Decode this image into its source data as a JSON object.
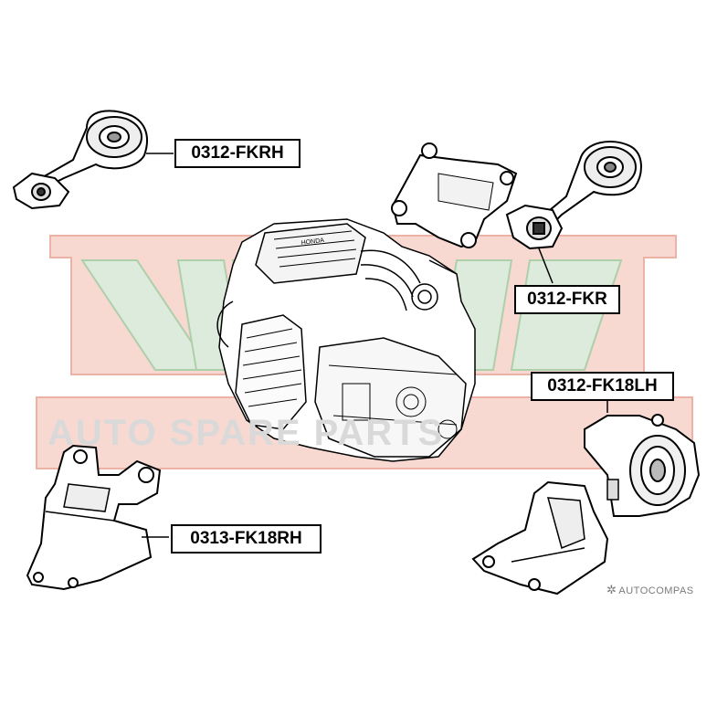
{
  "watermark": {
    "brand": "ASVA",
    "tagline": "AUTO SPARE PARTS",
    "colors": {
      "band": "#f4c6bd",
      "letters": "#c5ddc5",
      "text": "#d9d9d9"
    }
  },
  "callouts": {
    "fkrh": "0312-FKRH",
    "fkr": "0312-FKR",
    "fk18lh": "0312-FK18LH",
    "fk18rh": "0313-FK18RH"
  },
  "credit": {
    "text": "AUTOCOMPAS",
    "icon": "gear-icon"
  }
}
